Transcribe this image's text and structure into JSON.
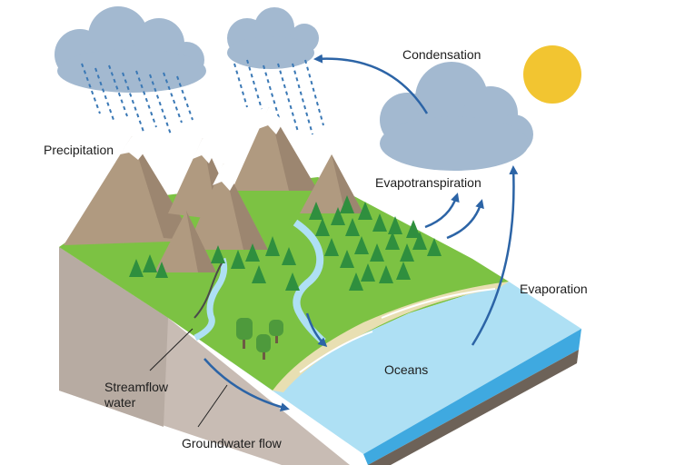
{
  "labels": {
    "precipitation": "Precipitation",
    "condensation": "Condensation",
    "evapotranspiration": "Evapotranspiration",
    "evaporation": "Evaporation",
    "oceans": "Oceans",
    "streamflow_line1": "Streamflow",
    "streamflow_line2": "water",
    "groundwater": "Groundwater flow"
  },
  "colors": {
    "cloud": "#a3b9d0",
    "sun": "#f2c531",
    "rain": "#3a78b5",
    "arrow": "#2c64a6",
    "ocean_top": "#aee0f4",
    "ocean_side": "#3fa9e0",
    "grass": "#7cc243",
    "mountain": "#b09a80",
    "tree": "#2f8f3e",
    "soil": "#c8bcb4"
  }
}
